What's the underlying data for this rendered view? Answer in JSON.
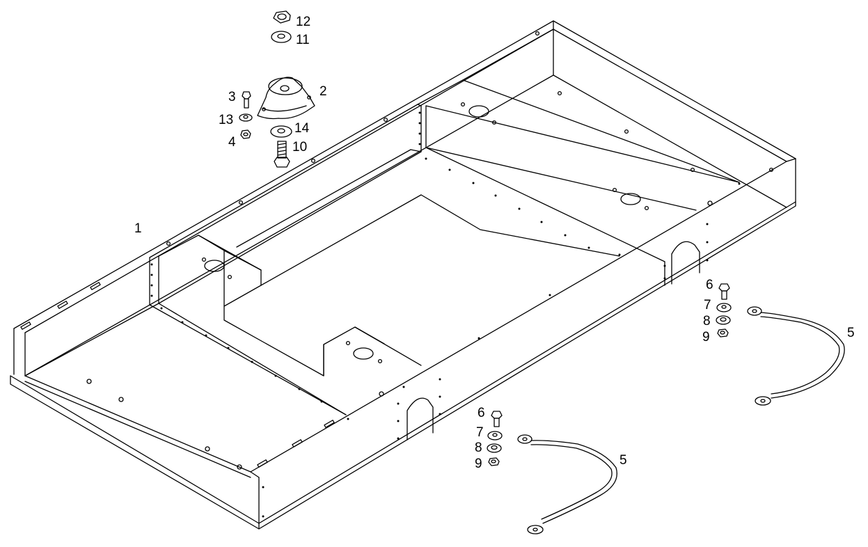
{
  "diagram": {
    "line_color": "#000000",
    "background": "#ffffff",
    "callouts": {
      "c1": "1",
      "c2": "2",
      "c3": "3",
      "c4": "4",
      "c5a": "5",
      "c5b": "5",
      "c6a": "6",
      "c6b": "6",
      "c7a": "7",
      "c7b": "7",
      "c8a": "8",
      "c8b": "8",
      "c9a": "9",
      "c9b": "9",
      "c10": "10",
      "c11": "11",
      "c12": "12",
      "c13": "13",
      "c14": "14"
    }
  }
}
